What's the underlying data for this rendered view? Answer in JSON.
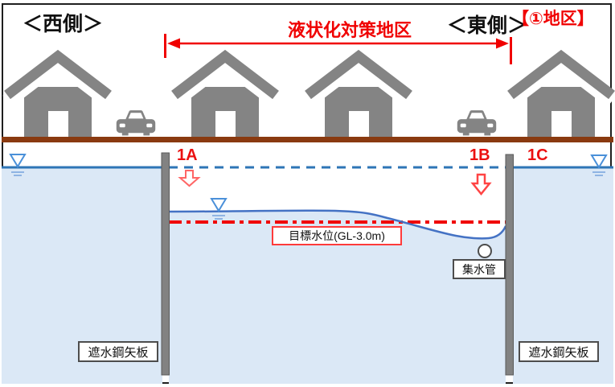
{
  "header": {
    "west": "＜西側＞",
    "zone": "液状化対策地区",
    "east": "＜東側＞",
    "district": "【①地区】"
  },
  "markers": {
    "a": "1A",
    "b": "1B",
    "c": "1C"
  },
  "callouts": {
    "target_level": "目標水位(GL-3.0m)",
    "collector_pipe": "集水管",
    "sheet_pile_left": "遮水鋼矢板",
    "sheet_pile_right": "遮水鋼矢板"
  },
  "colors": {
    "accent_red": "#f00000",
    "water_line_blue": "#2e75b6",
    "water_fill_blue": "#dbe8f6",
    "lowered_curve_blue": "#4472c4",
    "structure_gray": "#828282",
    "ground_brown": "#8a3a10"
  },
  "icons": {
    "house": "house-icon",
    "car": "car-icon",
    "water_level_mark": "water-level-icon (hollow triangle over lines)",
    "drawdown_arrow": "hollow-down-arrow-icon",
    "collector_pipe": "circle-pipe-icon"
  }
}
